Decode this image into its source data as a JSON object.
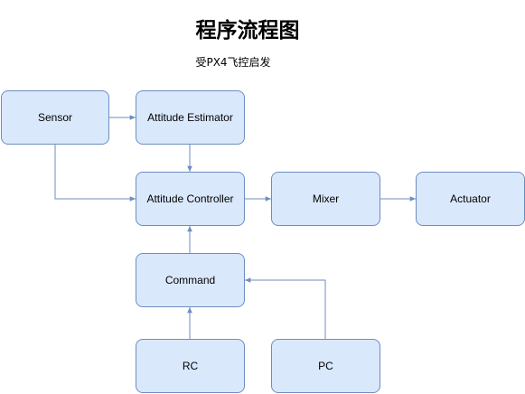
{
  "diagram": {
    "title": "程序流程图",
    "subtitle": "受PX4飞控启发",
    "nodes": {
      "sensor": "Sensor",
      "attitude_estimator": "Attitude Estimator",
      "attitude_controller": "Attitude Controller",
      "mixer": "Mixer",
      "actuator": "Actuator",
      "command": "Command",
      "rc": "RC",
      "pc": "PC"
    },
    "colors": {
      "node_fill": "#dae8fc",
      "node_stroke": "#6c8ebf",
      "edge": "#6c8ebf"
    }
  }
}
